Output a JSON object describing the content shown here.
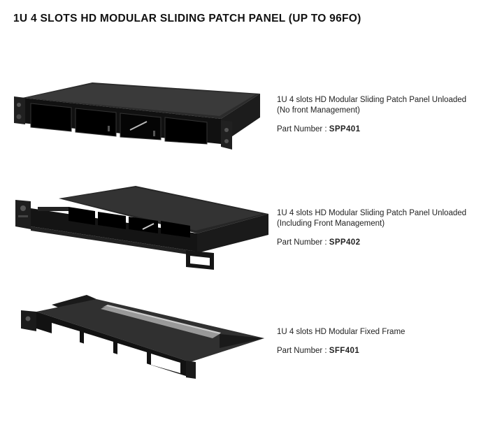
{
  "page": {
    "title": "1U 4 SLOTS HD MODULAR SLIDING PATCH PANEL (UP TO 96FO)"
  },
  "products": [
    {
      "description_line1": "1U 4 slots HD Modular Sliding Patch Panel Unloaded",
      "description_line2": "(No front Management)",
      "part_label": "Part Number : ",
      "part_number": "SPP401",
      "image_icon": "patch-panel-unloaded-image"
    },
    {
      "description_line1": "1U 4 slots HD Modular Sliding Patch Panel Unloaded",
      "description_line2": "(Including Front Management)",
      "part_label": "Part Number : ",
      "part_number": "SPP402",
      "image_icon": "patch-panel-front-management-image"
    },
    {
      "description_line1": "1U 4 slots HD Modular Fixed Frame",
      "description_line2": "",
      "part_label": "Part Number : ",
      "part_number": "SFF401",
      "image_icon": "fixed-frame-image"
    }
  ]
}
